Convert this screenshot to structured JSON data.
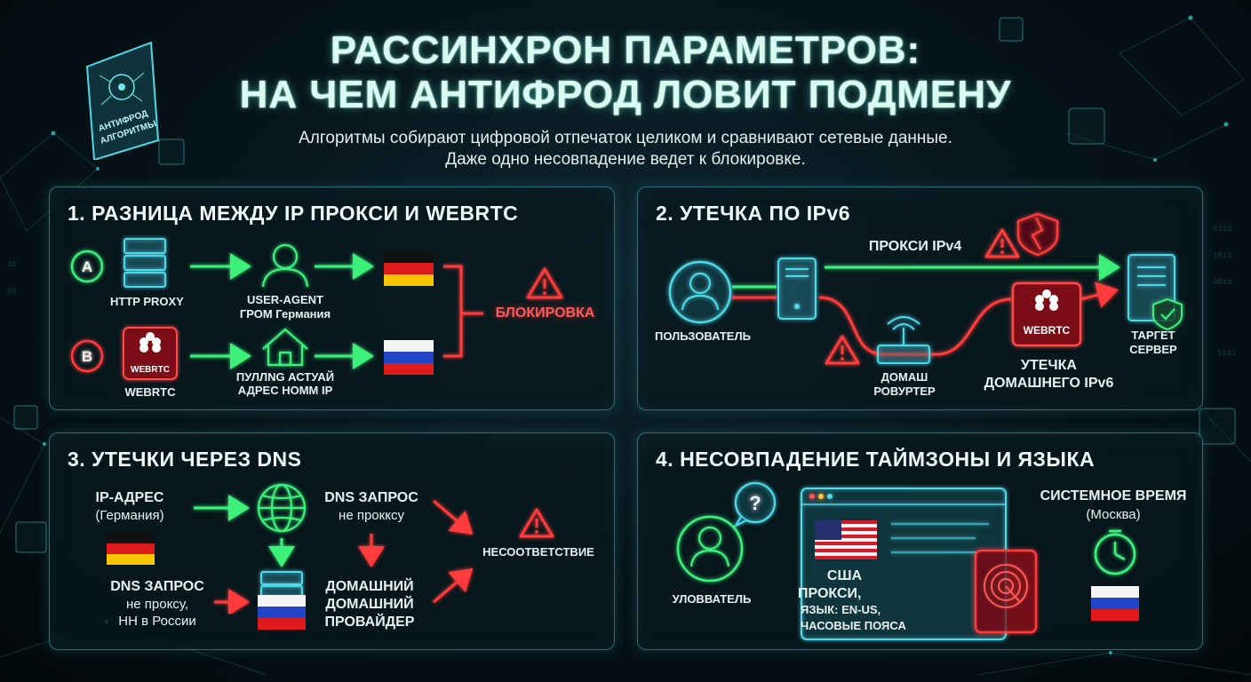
{
  "header": {
    "title_line1": "РАССИНХРОН ПАРАМЕТРОВ:",
    "title_line2": "НА ЧЕМ АНТИФРОД ЛОВИТ ПОДМЕНУ",
    "subtitle_line1": "Алгоритмы собирают цифровой отпечаток целиком и сравнивают сетевые данные.",
    "subtitle_line2": "Даже одно несовпадение ведет к блокировке.",
    "badge_line1": "АНТИФРОД",
    "badge_line2": "АЛГОРИТМЫ"
  },
  "panel1": {
    "title": "1. РАЗНИЦА МЕЖДУ IP ПРОКСИ И WEBRTC",
    "row_a": "A",
    "row_b": "B",
    "http_proxy": "HTTP PROXY",
    "user_agent_l1": "USER-AGENT",
    "user_agent_l2": "ГРОМ Германия",
    "webrtc_icon": "WEBRTC",
    "webrtc": "WEBRTC",
    "pull_l1": "ПУЛЛNG АСТУАЙ",
    "pull_l2": "АДРЕС НОММ IP",
    "block": "БЛОКИРОВКА"
  },
  "panel2": {
    "title": "2. УТЕЧКА ПО IPv6",
    "proxy_ipv4": "ПРОКСИ IPv4",
    "user": "ПОЛЬЗОВАТЕЛЬ",
    "router_l1": "ДОМАШ",
    "router_l2": "РОВУРТЕР",
    "webrtc": "WEBRTC",
    "leak_l1": "УТЕЧКА",
    "leak_l2": "ДОМАШНЕГО IPv6",
    "target_l1": "ТАРГЕТ",
    "target_l2": "СЕРВЕР"
  },
  "panel3": {
    "title": "3. УТЕЧКИ ЧЕРЕЗ DNS",
    "ip_l1": "IP-АДРЕС",
    "ip_l2": "(Германия)",
    "dns_req_l1": "DNS ЗАПРОС",
    "dns_req_l2": "не прокксу",
    "dns2_l1": "DNS ЗАПРОС",
    "dns2_l2": "не проксу,",
    "dns2_l3": "НН в России",
    "home_l1": "ДОМАШНИЙ",
    "home_l2": "ДОМАШНИЙ",
    "home_l3": "ПРОВАЙДЕР",
    "mismatch": "НЕСООТВЕТСТВИЕ"
  },
  "panel4": {
    "title": "4. НЕСОВПАДЕНИЕ ТАЙМЗОНЫ И ЯЗЫКА",
    "user": "УЛОВВАТЕЛЬ",
    "usa_l1": "США",
    "usa_l2": "ПРОКСИ,",
    "usa_l3": "ЯЗЫК: EN-US,",
    "usa_l4": "ЧАСОВЫЕ ПОЯСА",
    "sys_l1": "СИСТЕМНОЕ ВРЕМЯ",
    "sys_l2": "(Москва)"
  },
  "colors": {
    "green": "#3ef07a",
    "red": "#ff3b3b",
    "cyan": "#4fd8e8",
    "title": "#d9fbf2"
  }
}
